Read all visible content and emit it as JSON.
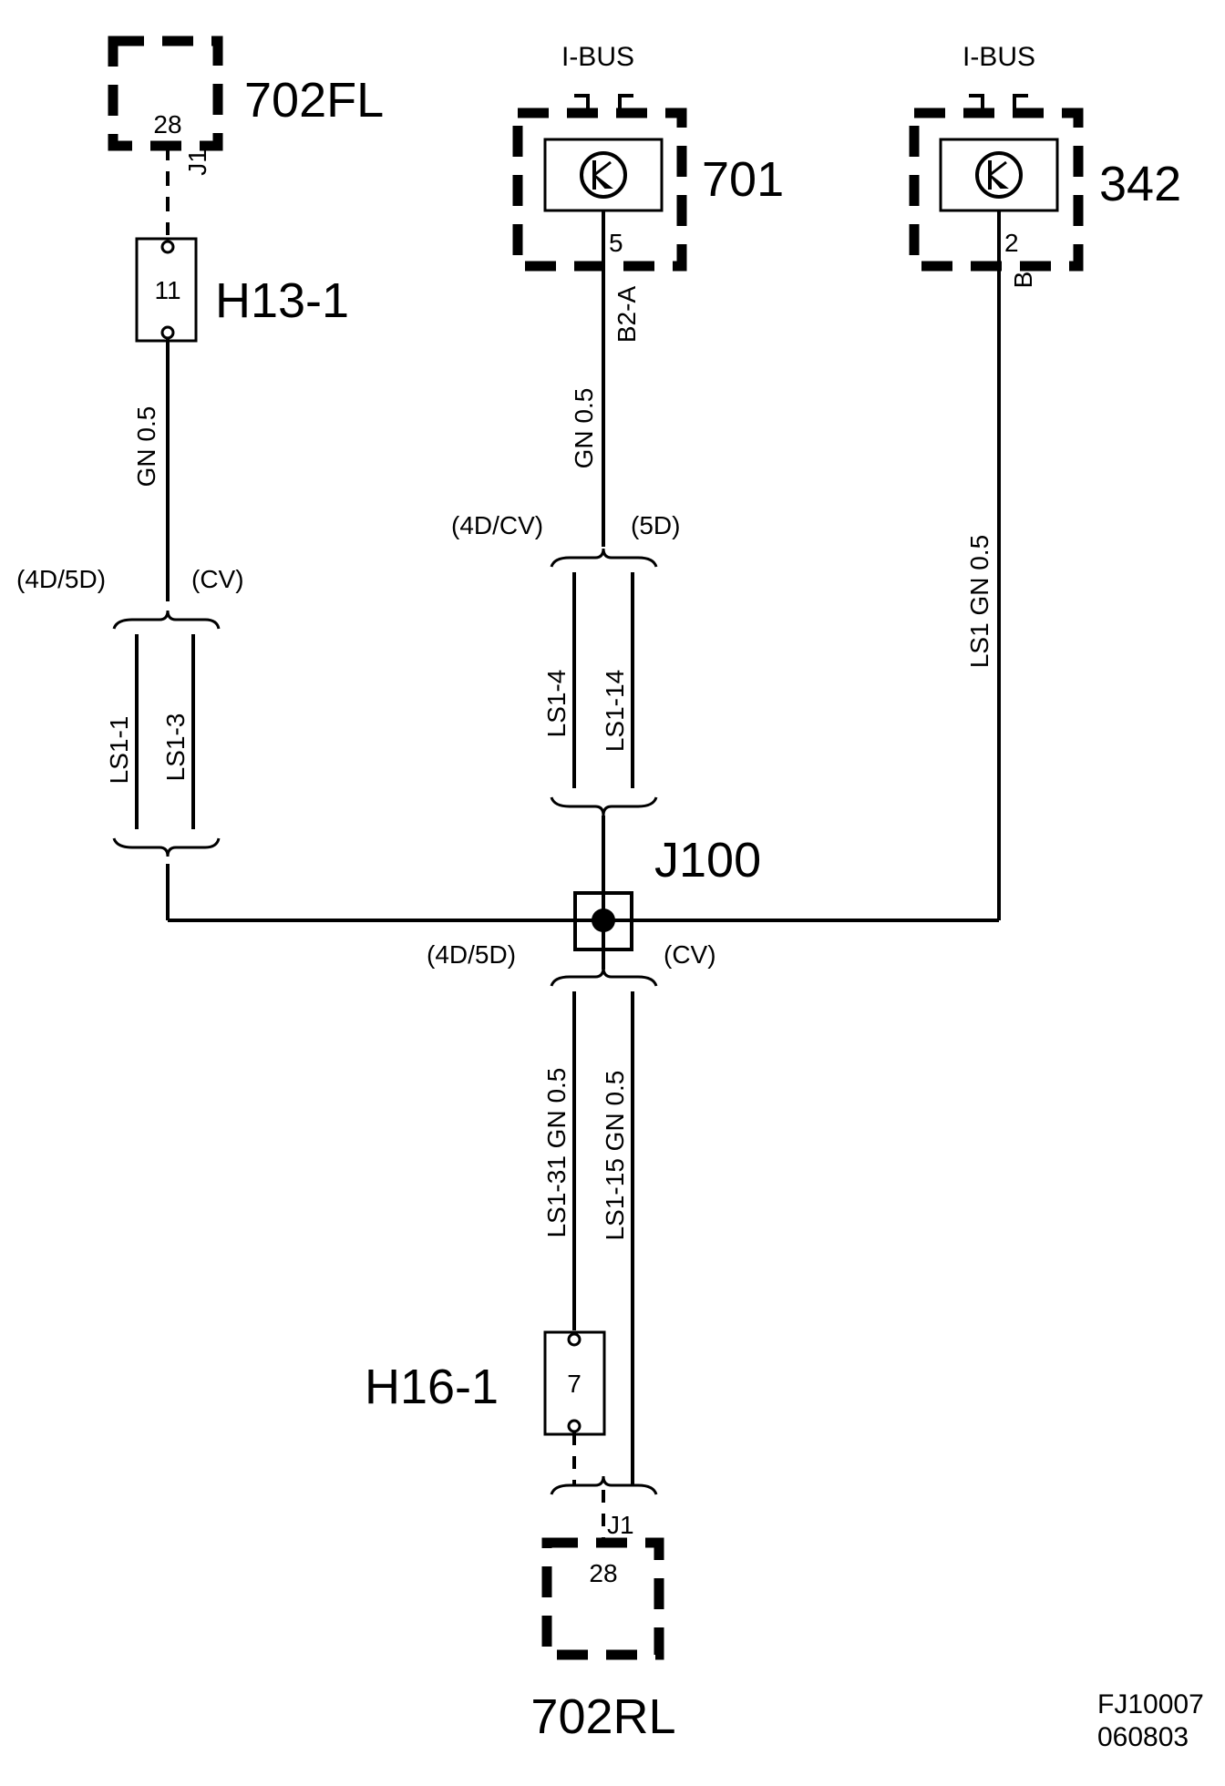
{
  "components": {
    "c702fl": {
      "label": "702FL",
      "pin": "28",
      "conn": "J1"
    },
    "c701": {
      "label": "701",
      "bus": "I-BUS",
      "pin": "5",
      "conn": "B2-A"
    },
    "c342": {
      "label": "342",
      "bus": "I-BUS",
      "pin": "2",
      "conn": "B"
    },
    "h13": {
      "label": "H13-1",
      "pin": "11"
    },
    "h16": {
      "label": "H16-1",
      "pin": "7"
    },
    "j100": {
      "label": "J100"
    },
    "c702rl": {
      "label": "702RL",
      "pin": "28",
      "conn": "J1"
    }
  },
  "wires": {
    "h13_wire": "GN  0.5",
    "w701": "GN 0.5",
    "w342": "LS1  GN  0.5",
    "ls1_31": "LS1-31 GN  0.5",
    "ls1_15": "LS1-15  GN  0.5"
  },
  "splits": {
    "left": {
      "a": "(4D/5D)",
      "b": "(CV)",
      "la": "LS1-1",
      "lb": "LS1-3"
    },
    "mid": {
      "a": "(4D/CV)",
      "b": "(5D)",
      "la": "LS1-4",
      "lb": "LS1-14"
    },
    "lower": {
      "a": "(4D/5D)",
      "b": "(CV)"
    }
  },
  "footer": {
    "code": "FJ10007",
    "date": "060803"
  }
}
